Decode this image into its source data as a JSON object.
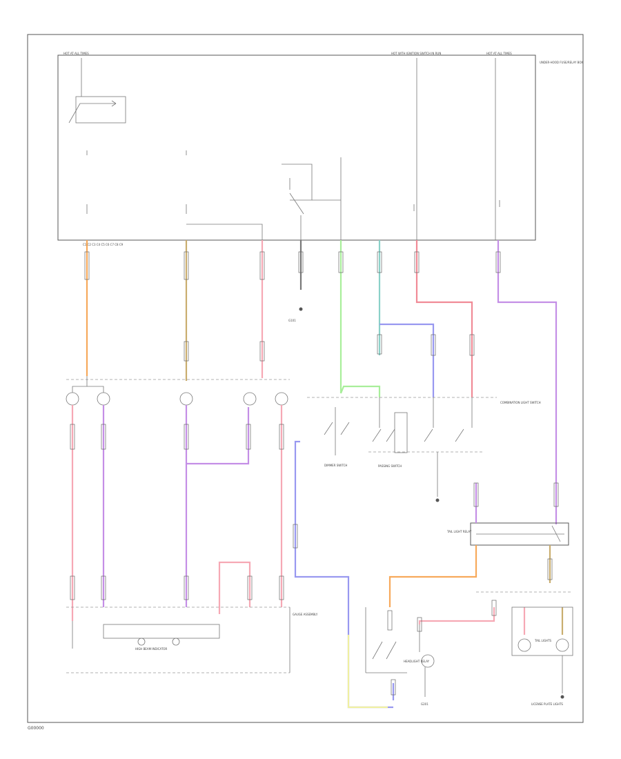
{
  "footer": {
    "code": "G00000"
  },
  "colors": {
    "orange": "#f7a95a",
    "tan": "#c9ad6e",
    "pink": "#f6a8b4",
    "red": "#f08a96",
    "gray": "#777777",
    "green": "#a8ee9a",
    "teal": "#8ad1c8",
    "blue": "#9898f0",
    "purple": "#c48ee6",
    "yellow": "#f0f0a0"
  },
  "labels": {
    "fuse_left": "HOT AT ALL TIMES",
    "fuse_mid": "HOT WITH IGNITION SWITCH IN RUN",
    "fuse_right": "HOT AT ALL TIMES",
    "box_right": "UNDER-HOOD FUSE/RELAY BOX",
    "pin_row": "C1 C2 C3 C4 C5 C6 C7 C8 C9",
    "ground_mid": "G101",
    "switch_main": "COMBINATION LIGHT SWITCH",
    "dimmer": "DIMMER SWITCH",
    "passing": "PASSING SWITCH",
    "headlight_relay": "HEADLIGHT RELAY",
    "tail_relay": "TAIL LIGHT RELAY",
    "gauge_box": "GAUGE ASSEMBLY",
    "high_beam": "HIGH BEAM INDICATOR",
    "tail_lights": "TAIL LIGHTS",
    "ground_bottom": "G201",
    "bottom_right": "LICENSE PLATE LIGHTS"
  }
}
